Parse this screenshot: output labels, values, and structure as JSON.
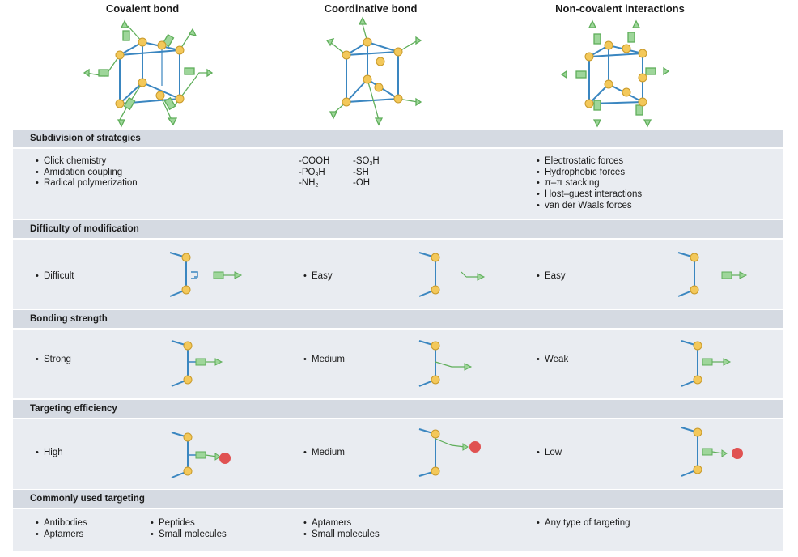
{
  "columns": [
    "Covalent bond",
    "Coordinative bond",
    "Non-covalent interactions"
  ],
  "rows": [
    {
      "heading": "Subdivision of strategies"
    },
    {
      "heading": "Difficulty of modification",
      "values": [
        "Difficult",
        "Easy",
        "Easy"
      ]
    },
    {
      "heading": "Bonding strength",
      "values": [
        "Strong",
        "Medium",
        "Weak"
      ]
    },
    {
      "heading": "Targeting efficiency",
      "values": [
        "High",
        "Medium",
        "Low"
      ]
    },
    {
      "heading": "Commonly used targeting"
    }
  ],
  "strategies": {
    "covalent": [
      "Click chemistry",
      "Amidation coupling",
      "Radical polymerization"
    ],
    "coordinative": {
      "c1": {
        "a": "-COOH",
        "b": "-PO",
        "b_sub": "3",
        "b_tail": "H",
        "c": "-NH",
        "c_sub": "2"
      },
      "c2": {
        "a": "-SO",
        "a_sub": "3",
        "a_tail": "H",
        "b": "-SH",
        "c": "-OH"
      }
    },
    "noncovalent": [
      "Electrostatic forces",
      "Hydrophobic forces",
      "π–π stacking",
      "Host–guest interactions",
      "van der Waals forces"
    ]
  },
  "targeting": {
    "covalent_1": [
      "Antibodies",
      "Aptamers"
    ],
    "covalent_2": [
      "Peptides",
      "Small molecules"
    ],
    "coordinative": [
      "Aptamers",
      "Small molecules"
    ],
    "noncovalent": [
      "Any type of targeting"
    ]
  },
  "colors": {
    "band_header": "#d5dae2",
    "band_body": "#e9ecf1",
    "edge": "#3a86c0",
    "node": "#f3c85a",
    "node_stroke": "#c99a2a",
    "ligand": "#9ed69a",
    "ligand_stroke": "#5fae5a",
    "target": "#e05252"
  },
  "icons": [
    "cube-frame-icon",
    "rod-node-icon",
    "ligand-arrow-icon",
    "target-ball-icon"
  ]
}
